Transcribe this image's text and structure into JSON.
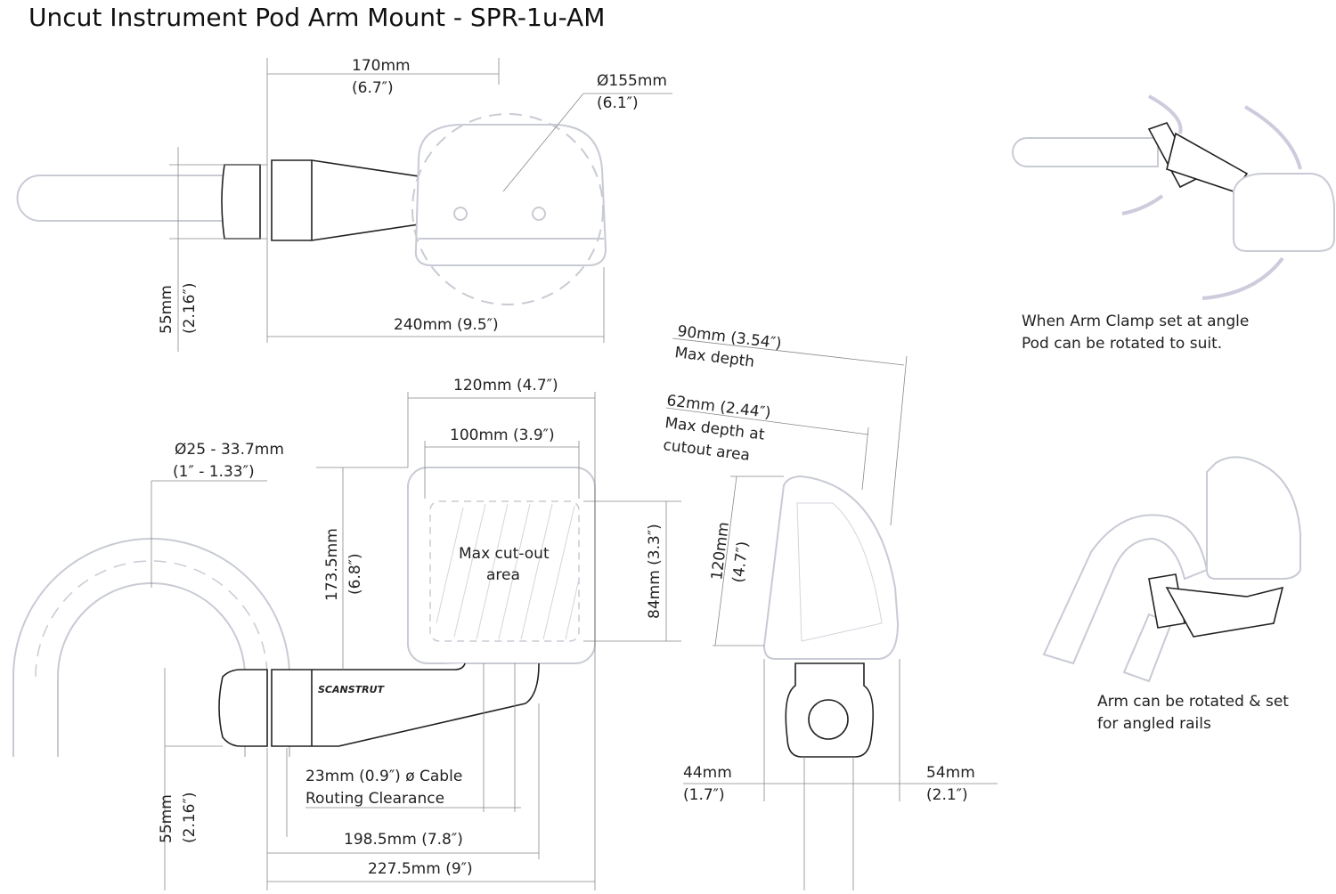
{
  "title": "Uncut Instrument Pod Arm Mount - SPR-1u-AM",
  "top_view": {
    "width_mm": "170mm",
    "width_in": "(6.7″)",
    "diameter_mm": "Ø155mm",
    "diameter_in": "(6.1″)",
    "height_mm": "55mm",
    "height_in": "(2.16″)",
    "length": "240mm (9.5″)"
  },
  "angle_view": {
    "caption_line1": "When Arm Clamp set at angle",
    "caption_line2": "Pod can be rotated to suit."
  },
  "front_view": {
    "outer_width": "120mm (4.7″)",
    "inner_width": "100mm (3.9″)",
    "tube_diameter_mm": "Ø25 - 33.7mm",
    "tube_diameter_in": "(1″ - 1.33″)",
    "height_mm": "173.5mm",
    "height_in": "(6.8″)",
    "cutout_label_line1": "Max cut-out",
    "cutout_label_line2": "area",
    "cutout_height": "84mm (3.3″)",
    "clamp_height_mm": "55mm",
    "clamp_height_in": "(2.16″)",
    "cable_line1": "23mm (0.9″) ø Cable",
    "cable_line2": "Routing Clearance",
    "length1": "198.5mm (7.8″)",
    "length2": "227.5mm (9″)",
    "brand_logo": "SCANSTRUT"
  },
  "side_view": {
    "max_depth_mm": "90mm (3.54″)",
    "max_depth_label": "Max depth",
    "cutout_depth_mm": "62mm (2.44″)",
    "cutout_depth_line1": "Max depth at",
    "cutout_depth_line2": "cutout area",
    "height_mm": "120mm",
    "height_in": "(4.7″)",
    "left_mm": "44mm",
    "left_in": "(1.7″)",
    "right_mm": "54mm",
    "right_in": "(2.1″)"
  },
  "rotated_view": {
    "caption_line1": "Arm can be rotated & set",
    "caption_line2": "for angled rails"
  }
}
